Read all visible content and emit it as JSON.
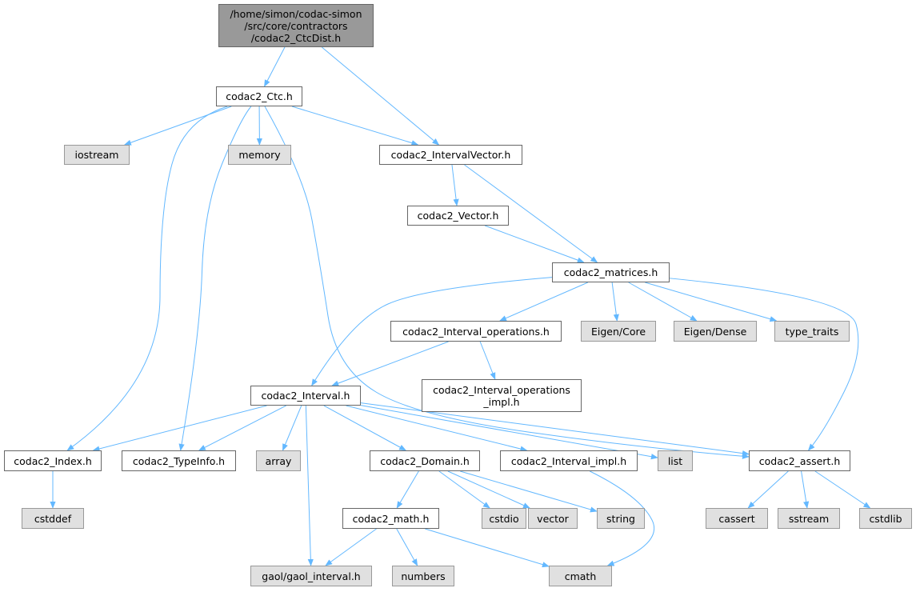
{
  "colors": {
    "edge": "#63b8ff",
    "root_fill": "#999999",
    "external_fill": "#e0e0e0",
    "border": "#666666"
  },
  "nodes": [
    {
      "id": "root",
      "label": "/home/simon/codac-simon\n/src/core/contractors\n/codac2_CtcDist.h",
      "kind": "root"
    },
    {
      "id": "ctc",
      "label": "codac2_Ctc.h",
      "kind": "file"
    },
    {
      "id": "iostream",
      "label": "iostream",
      "kind": "ext"
    },
    {
      "id": "memory",
      "label": "memory",
      "kind": "ext"
    },
    {
      "id": "ivec",
      "label": "codac2_IntervalVector.h",
      "kind": "file"
    },
    {
      "id": "vec",
      "label": "codac2_Vector.h",
      "kind": "file"
    },
    {
      "id": "matrices",
      "label": "codac2_matrices.h",
      "kind": "file"
    },
    {
      "id": "iops",
      "label": "codac2_Interval_operations.h",
      "kind": "file"
    },
    {
      "id": "eigencore",
      "label": "Eigen/Core",
      "kind": "ext"
    },
    {
      "id": "eigendense",
      "label": "Eigen/Dense",
      "kind": "ext"
    },
    {
      "id": "typetraits",
      "label": "type_traits",
      "kind": "ext"
    },
    {
      "id": "iopsimpl",
      "label": "codac2_Interval_operations\n_impl.h",
      "kind": "file"
    },
    {
      "id": "interval",
      "label": "codac2_Interval.h",
      "kind": "file"
    },
    {
      "id": "index",
      "label": "codac2_Index.h",
      "kind": "file"
    },
    {
      "id": "typeinfo",
      "label": "codac2_TypeInfo.h",
      "kind": "file"
    },
    {
      "id": "array",
      "label": "array",
      "kind": "ext"
    },
    {
      "id": "domain",
      "label": "codac2_Domain.h",
      "kind": "file"
    },
    {
      "id": "iimpl",
      "label": "codac2_Interval_impl.h",
      "kind": "file"
    },
    {
      "id": "list",
      "label": "list",
      "kind": "ext"
    },
    {
      "id": "assert",
      "label": "codac2_assert.h",
      "kind": "file"
    },
    {
      "id": "cstddef",
      "label": "cstddef",
      "kind": "ext"
    },
    {
      "id": "math",
      "label": "codac2_math.h",
      "kind": "file"
    },
    {
      "id": "cstdio",
      "label": "cstdio",
      "kind": "ext"
    },
    {
      "id": "vector",
      "label": "vector",
      "kind": "ext"
    },
    {
      "id": "string",
      "label": "string",
      "kind": "ext"
    },
    {
      "id": "cassert",
      "label": "cassert",
      "kind": "ext"
    },
    {
      "id": "sstream",
      "label": "sstream",
      "kind": "ext"
    },
    {
      "id": "cstdlib",
      "label": "cstdlib",
      "kind": "ext"
    },
    {
      "id": "gaol",
      "label": "gaol/gaol_interval.h",
      "kind": "ext"
    },
    {
      "id": "numbers",
      "label": "numbers",
      "kind": "ext"
    },
    {
      "id": "cmath",
      "label": "cmath",
      "kind": "ext"
    }
  ],
  "edges": [
    [
      "root",
      "ctc"
    ],
    [
      "root",
      "ivec"
    ],
    [
      "ctc",
      "iostream"
    ],
    [
      "ctc",
      "memory"
    ],
    [
      "ctc",
      "ivec"
    ],
    [
      "ctc",
      "index"
    ],
    [
      "ctc",
      "typeinfo"
    ],
    [
      "ctc",
      "assert"
    ],
    [
      "ivec",
      "vec"
    ],
    [
      "ivec",
      "matrices"
    ],
    [
      "vec",
      "matrices"
    ],
    [
      "matrices",
      "interval"
    ],
    [
      "matrices",
      "iops"
    ],
    [
      "matrices",
      "eigencore"
    ],
    [
      "matrices",
      "eigendense"
    ],
    [
      "matrices",
      "typetraits"
    ],
    [
      "matrices",
      "assert"
    ],
    [
      "iops",
      "interval"
    ],
    [
      "iops",
      "iopsimpl"
    ],
    [
      "interval",
      "index"
    ],
    [
      "interval",
      "typeinfo"
    ],
    [
      "interval",
      "array"
    ],
    [
      "interval",
      "gaol"
    ],
    [
      "interval",
      "domain"
    ],
    [
      "interval",
      "iimpl"
    ],
    [
      "interval",
      "list"
    ],
    [
      "interval",
      "assert"
    ],
    [
      "domain",
      "math"
    ],
    [
      "domain",
      "cstdio"
    ],
    [
      "domain",
      "vector"
    ],
    [
      "domain",
      "string"
    ],
    [
      "iimpl",
      "cmath"
    ],
    [
      "math",
      "gaol"
    ],
    [
      "math",
      "numbers"
    ],
    [
      "math",
      "cmath"
    ],
    [
      "index",
      "cstddef"
    ],
    [
      "assert",
      "cassert"
    ],
    [
      "assert",
      "sstream"
    ],
    [
      "assert",
      "cstdlib"
    ]
  ]
}
